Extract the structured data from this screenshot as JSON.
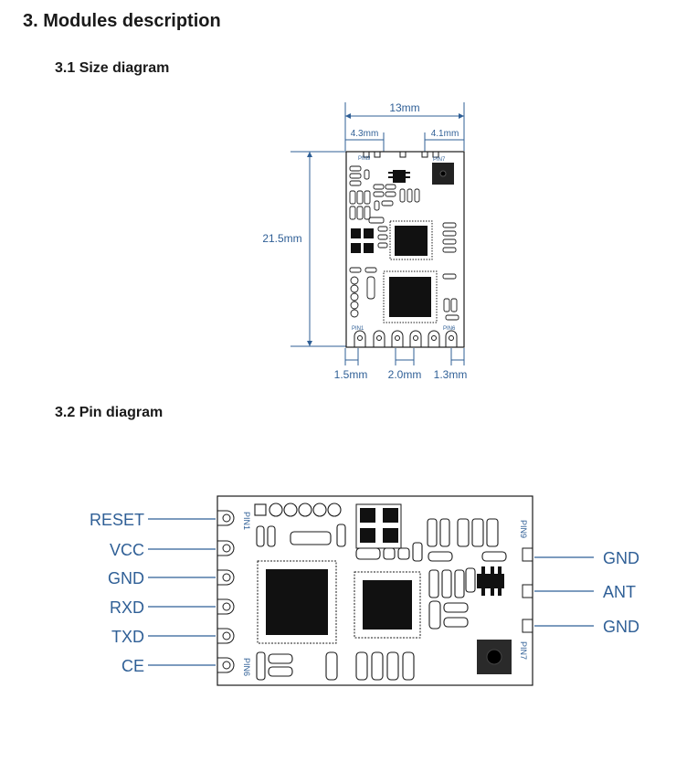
{
  "section": {
    "title": "3.  Modules description"
  },
  "size_diagram": {
    "heading": "3.1 Size diagram",
    "width_label": "13mm",
    "left_offset_label": "4.3mm",
    "right_offset_label": "4.1mm",
    "height_label": "21.5mm",
    "bottom_left_label": "1.5mm",
    "bottom_pitch_label": "2.0mm",
    "bottom_right_label": "1.3mm",
    "pin9": "PIN9",
    "pin7": "PIN7",
    "pin1": "PIN1",
    "pin6": "PIN6"
  },
  "pin_diagram": {
    "heading": "3.2 Pin diagram",
    "left_pins": [
      "RESET",
      "VCC",
      "GND",
      "RXD",
      "TXD",
      "CE"
    ],
    "right_pins": [
      "GND",
      "ANT",
      "GND"
    ],
    "pin1": "PIN1",
    "pin6": "PIN6",
    "pin9": "PIN9",
    "pin7": "PIN7"
  },
  "colors": {
    "accent": "#2f5f96",
    "board": "#1a1a1a"
  }
}
